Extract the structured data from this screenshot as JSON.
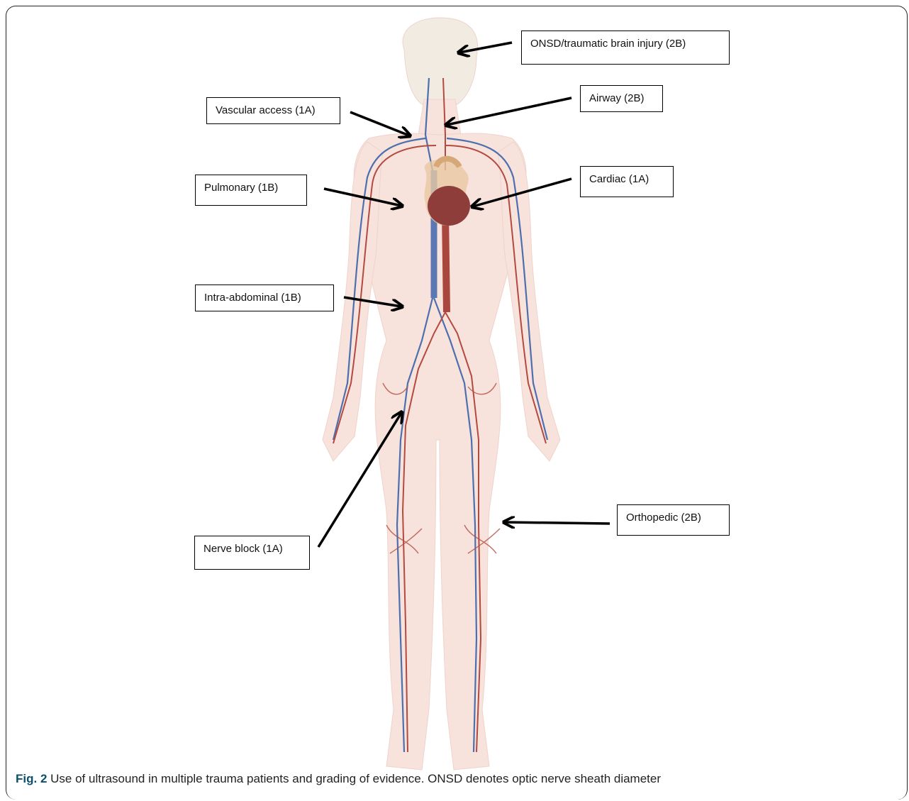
{
  "labels": {
    "onsd": "ONSD/traumatic brain injury (2B)",
    "airway": "Airway (2B)",
    "vascular": "Vascular access (1A)",
    "pulmonary": "Pulmonary (1B)",
    "cardiac": "Cardiac (1A)",
    "abdominal": "Intra-abdominal (1B)",
    "nerve": "Nerve block (1A)",
    "ortho": "Orthopedic (2B)"
  },
  "caption": {
    "fig_label": "Fig. 2",
    "text": " Use of ultrasound in multiple trauma patients and grading of evidence. ONSD denotes optic nerve sheath diameter"
  },
  "colors": {
    "skin": "#f7e2dc",
    "artery": "#b34a40",
    "vein": "#4e6fae",
    "heart": "#8e3d3b",
    "arrow": "#000000",
    "fig_label": "#0b4f6c"
  }
}
